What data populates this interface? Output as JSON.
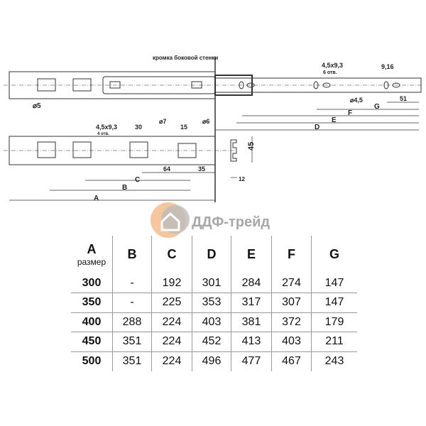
{
  "drawing": {
    "wall_label": "кромка боковой стенки",
    "top": {
      "hole_dia": "⌀5",
      "slot": "4,5x9,3",
      "slot_count": "6 отв.",
      "dim_916": "9,16",
      "dia45": "⌀4,5",
      "dim51": "51",
      "labels": [
        "G",
        "F",
        "E",
        "D"
      ]
    },
    "bottom": {
      "slot": "4,5x9,3",
      "slot_count": "4 отв.",
      "dim30": "30",
      "dia7": "⌀7",
      "dim15": "15",
      "dia6": "⌀6",
      "dim64": "64",
      "dim35": "35",
      "labels": [
        "C",
        "B",
        "A"
      ]
    },
    "profile": {
      "height": "45",
      "width": "12"
    }
  },
  "logo": {
    "text": "ДДФ-трейд",
    "colors": {
      "orange": "#f6c79a",
      "grey": "#a8a8a8"
    }
  },
  "table": {
    "headers": [
      "A",
      "B",
      "C",
      "D",
      "E",
      "F",
      "G"
    ],
    "subheader": "размер",
    "rows": [
      [
        "300",
        "-",
        "192",
        "301",
        "284",
        "274",
        "147"
      ],
      [
        "350",
        "-",
        "225",
        "353",
        "317",
        "307",
        "147"
      ],
      [
        "400",
        "288",
        "224",
        "403",
        "381",
        "372",
        "179"
      ],
      [
        "450",
        "351",
        "224",
        "452",
        "413",
        "403",
        "211"
      ],
      [
        "500",
        "351",
        "224",
        "496",
        "477",
        "467",
        "243"
      ]
    ]
  }
}
